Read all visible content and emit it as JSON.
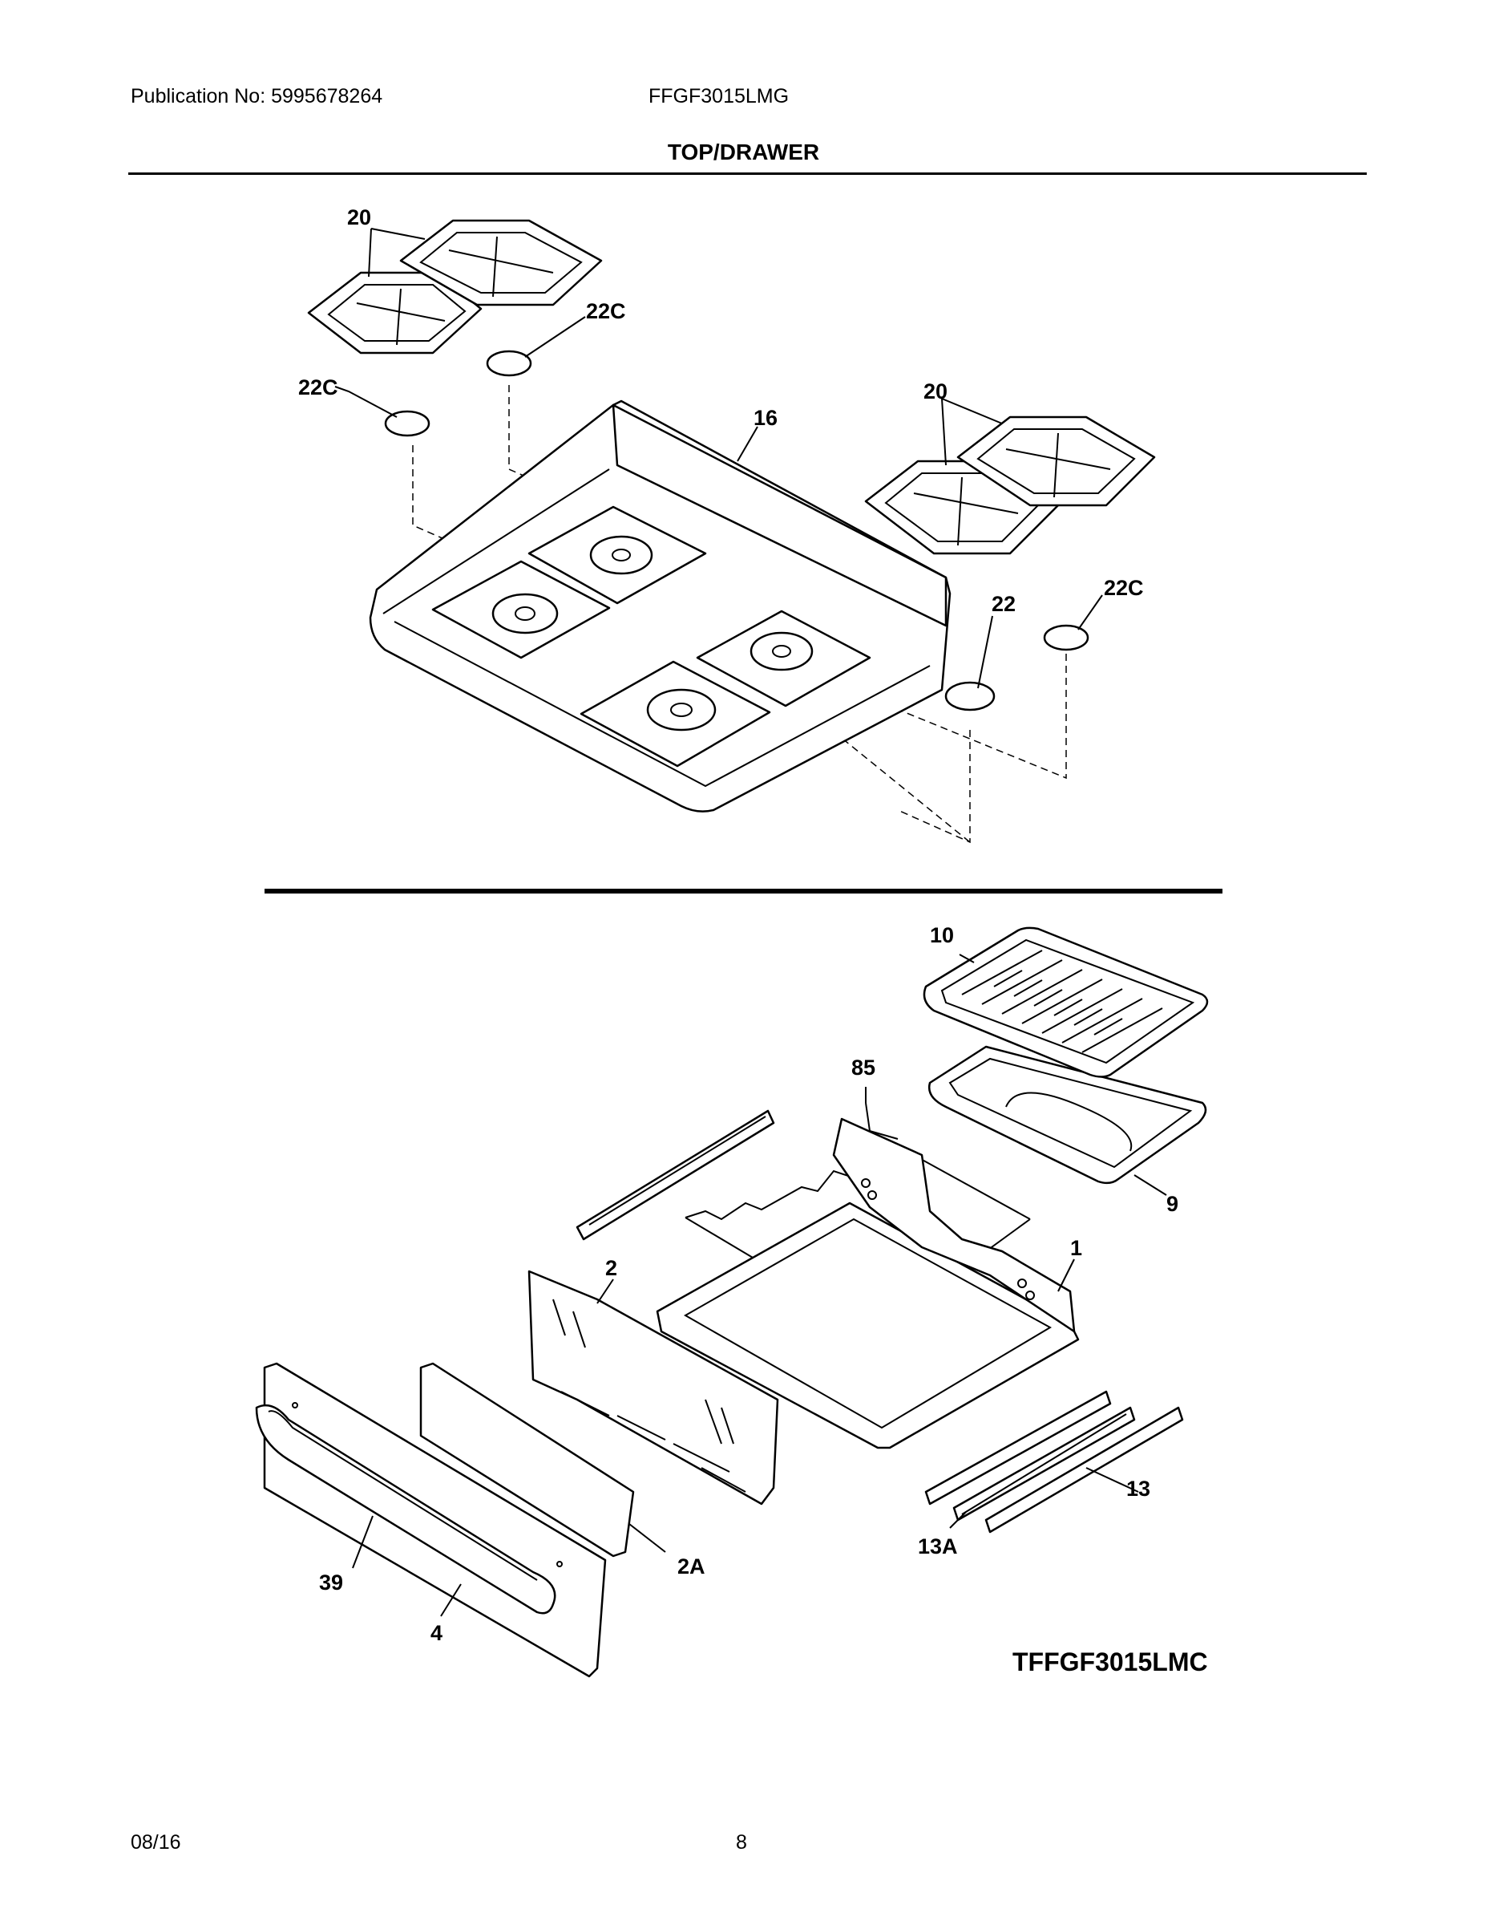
{
  "header": {
    "publication": "Publication No: 5995678264",
    "model": "FFGF3015LMG",
    "section_title": "TOP/DRAWER"
  },
  "callouts": {
    "c20_left": "20",
    "c22c_left_top": "22C",
    "c22c_left_bottom": "22C",
    "c16": "16",
    "c20_right": "20",
    "c22": "22",
    "c22c_right": "22C",
    "c10": "10",
    "c85": "85",
    "c9": "9",
    "c1": "1",
    "c2": "2",
    "c13": "13",
    "c13a": "13A",
    "c2a": "2A",
    "c39": "39",
    "c4": "4"
  },
  "reference_code": "TFFGF3015LMC",
  "footer": {
    "date": "08/16",
    "page": "8"
  }
}
